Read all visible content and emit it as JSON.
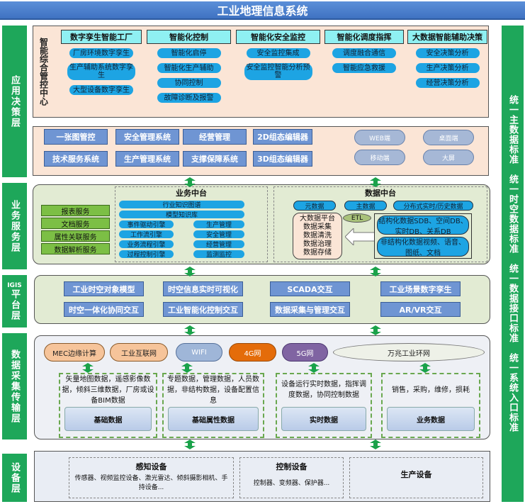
{
  "title": "工业地理信息系统",
  "left_layers": [
    "应用决策层",
    "业务服务层",
    "IGIS平台层",
    "数据采集传输层",
    "设备层"
  ],
  "igis_prefix": "IGIS",
  "igis_rest": "平台层",
  "right_standards": [
    "统一主数据标准",
    "统一时空数据标准",
    "统一数据接口标准",
    "统一系统入口标准"
  ],
  "app": {
    "center_label": "智能综合管控中心",
    "columns": [
      {
        "header": "数字孪生智能工厂",
        "items": [
          "厂房环境数字孪生",
          "生产辅助系统数字孪生",
          "大型设备数字孪生"
        ]
      },
      {
        "header": "智能化控制",
        "items": [
          "智能化启停",
          "智能化生产辅助",
          "协同控制",
          "故障诊断及报警"
        ]
      },
      {
        "header": "智能化安全监控",
        "items": [
          "安全监控集成",
          "安全监控智能分析预警"
        ]
      },
      {
        "header": "智能化调度指挥",
        "items": [
          "调度融合通信",
          "智能应急救援"
        ]
      },
      {
        "header": "大数据智能辅助决策",
        "items": [
          "安全决策分析",
          "生产决策分析",
          "经营决策分析"
        ]
      }
    ],
    "systems": [
      "一张图管控",
      "安全管理系统",
      "经营管理",
      "2D组态编辑器",
      "技术服务系统",
      "生产管理系统",
      "支撑保障系统",
      "3D组态编辑器"
    ],
    "terminals": [
      "WEB端",
      "桌面端",
      "移动端",
      "大屏"
    ]
  },
  "biz": {
    "services": [
      "报表服务",
      "文档服务",
      "属性关联服务",
      "数据解析服务"
    ],
    "biz_title": "业务中台",
    "biz_wide": [
      "行业知识图谱",
      "模型知识库"
    ],
    "biz_left": [
      "事件驱动引擎",
      "工作流引擎",
      "业务流程引擎",
      "过程控制引擎"
    ],
    "biz_right": [
      "生产管理",
      "安全管理",
      "经营管理",
      "监测监控"
    ],
    "data_title": "数据中台",
    "data_tags": [
      "元数据",
      "主数据",
      "分布式实时/历史数据"
    ],
    "platform_lines": [
      "大数据平台",
      "数据采集",
      "数据清洗",
      "数据治理",
      "数据存储"
    ],
    "etl": "ETL",
    "structured": "结构化数据SDB、空间DB、实时DB、关系DB",
    "unstructured": "非结构化数据视频、语音、图纸、文档"
  },
  "igis": [
    "工业时空对象模型",
    "时空信息实时可视化",
    "SCADA交互",
    "工业场景数字孪生",
    "时空一体化协同交互",
    "工业智能化控制交互",
    "数据采集与管理交互",
    "AR/VR交互"
  ],
  "collect": {
    "networks": [
      "MEC边缘计算",
      "工业互联网",
      "WIFI",
      "4G网",
      "5G网",
      "万兆工业环网"
    ],
    "groups": [
      {
        "desc": "矢量地图数据，遥感影像数据，倾斜三维数据，厂房或设备BIM数据",
        "label": "基础数据"
      },
      {
        "desc": "专题数据，管理数据，人员数据，非结构数据，设备配置信息",
        "label": "基础属性数据"
      },
      {
        "desc": "设备运行实时数据，指挥调度数据，协同控制数据",
        "label": "实时数据"
      },
      {
        "desc": "销售，采购，维修，损耗",
        "label": "业务数据"
      }
    ]
  },
  "devices": [
    {
      "title": "感知设备",
      "desc": "传感器、视频监控设备、激光雷达、倾斜摄影相机、手持设备..."
    },
    {
      "title": "控制设备",
      "desc": "控制器、变频器、保护器..."
    },
    {
      "title": "生产设备",
      "desc": ""
    }
  ],
  "colors": {
    "green": "#1ea75a",
    "peach": "#fbe5d6",
    "cyan": "#8ff0f2",
    "blue": "#1da4e3"
  }
}
